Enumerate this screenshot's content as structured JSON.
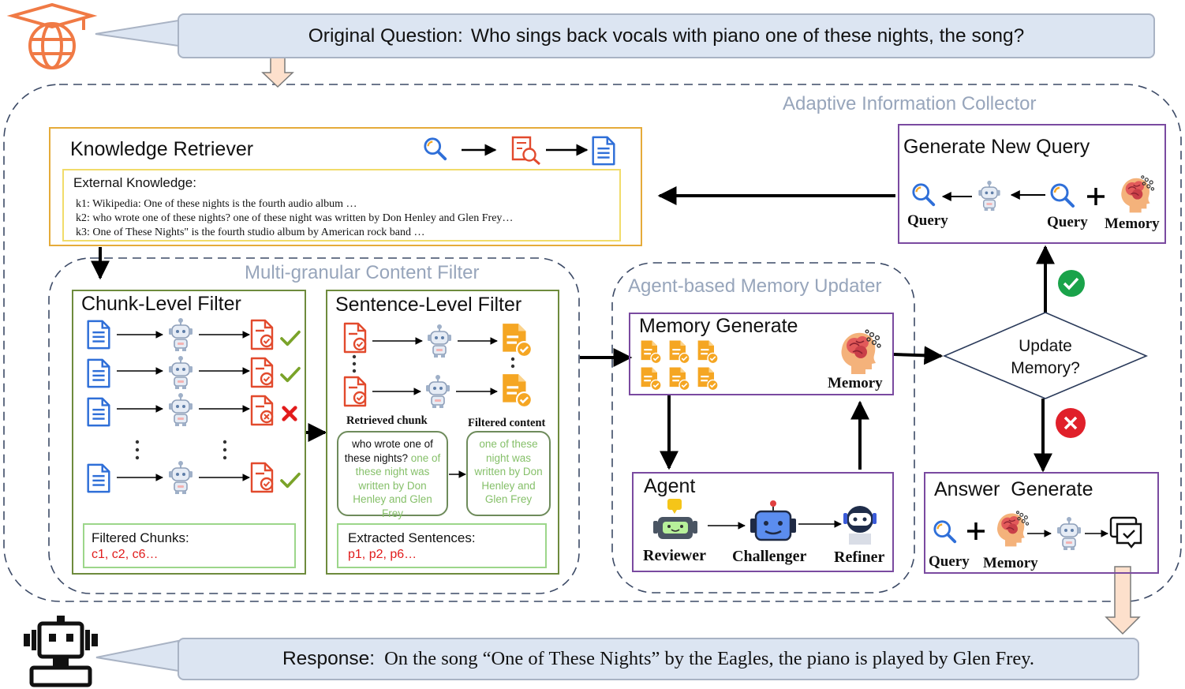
{
  "question": {
    "label": "Original Question:",
    "text": "Who sings back vocals with piano one of these nights, the song?"
  },
  "response": {
    "label": "Response:",
    "text": "On the song “One of These Nights” by the Eagles, the piano is played by Glen Frey."
  },
  "collector": {
    "title": "Adaptive Information Collector"
  },
  "retriever": {
    "title": "Knowledge Retriever",
    "ext_title": "External Knowledge:",
    "lines": [
      "k1: Wikipedia: One of these nights is the fourth audio album …",
      "k2: who wrote one of these nights? one of these night was written by Don Henley and Glen Frey…",
      "k3: One of These Nights\" is the fourth studio album by American rock band …"
    ]
  },
  "new_query": {
    "title": "Generate New Query",
    "query_out": "Query",
    "query_in": "Query",
    "memory": "Memory"
  },
  "filter": {
    "title": "Multi-granular Content Filter"
  },
  "chunk": {
    "title": "Chunk-Level Filter",
    "result_label": "Filtered Chunks:",
    "result_values": "c1,  c2,  c6…"
  },
  "sentence": {
    "title": "Sentence-Level Filter",
    "retrieved_label": "Retrieved chunk",
    "filtered_label": "Filtered content",
    "chunk_plain": "who wrote one of these nights?",
    "chunk_green": "one of these night was written by Don Henley and Glen Frey",
    "filtered_text": "one of these night was written by Don Henley and Glen Frey",
    "result_label": "Extracted Sentences:",
    "result_values": "p1,  p2,  p6…"
  },
  "updater": {
    "title": "Agent-based Memory Updater"
  },
  "mem_gen": {
    "title": "Memory Generate",
    "memory": "Memory"
  },
  "agent": {
    "title": "Agent",
    "reviewer": "Reviewer",
    "challenger": "Challenger",
    "refiner": "Refiner"
  },
  "decision": {
    "line1": "Update",
    "line2": "Memory?"
  },
  "answer": {
    "title": "Answer  Generate",
    "query": "Query",
    "memory": "Memory"
  },
  "colors": {
    "accent_blue": "#2f6fd8",
    "orange": "#f5a623",
    "red": "#e24a2d",
    "green_check": "#1aa34a",
    "purple": "#7a4aa0"
  }
}
